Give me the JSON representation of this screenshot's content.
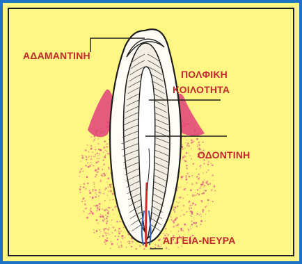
{
  "labels": {
    "enamel": "ΑΔΑΜΑΝΤΙΝΗ",
    "pulp_line1": "ΠΟΛΦΙΚΗ",
    "pulp_line2": "ΚΟΙΛΟΤΗΤΑ",
    "dentin": "ΟΔΟΝΤΙΝΗ",
    "vessels_nerves": "ΑΓΓΕΙΑ-ΝΕΥΡΑ"
  },
  "colors": {
    "background": "#fff684",
    "border": "#1e73c8",
    "label_text": "#c1272d",
    "gum": "#e0407a",
    "bone_dots": "#d94d82",
    "outline": "#1d1d1b",
    "tooth_fill": "#fffdf6",
    "vessel": "#d22b2b"
  }
}
